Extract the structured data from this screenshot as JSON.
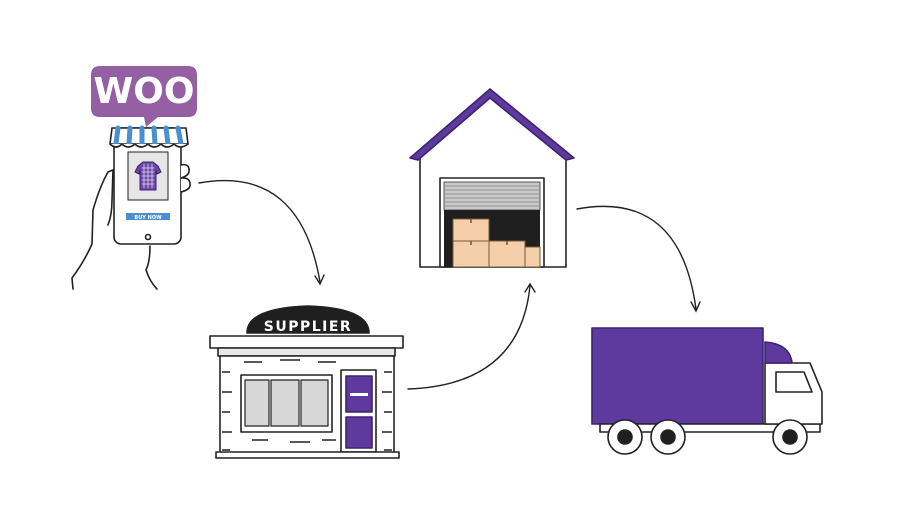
{
  "logo": {
    "text": "WOO"
  },
  "phone": {
    "buy_button": "BUY NOW"
  },
  "supplier": {
    "sign": "SUPPLIER"
  },
  "colors": {
    "purple": "#5f3a9e",
    "logo_purple": "#955fa3",
    "awning_blue": "#4a8fd0",
    "box_tan": "#f4cfa9",
    "outline": "#222222"
  },
  "flow": [
    "customer-phone",
    "supplier",
    "warehouse",
    "truck"
  ]
}
